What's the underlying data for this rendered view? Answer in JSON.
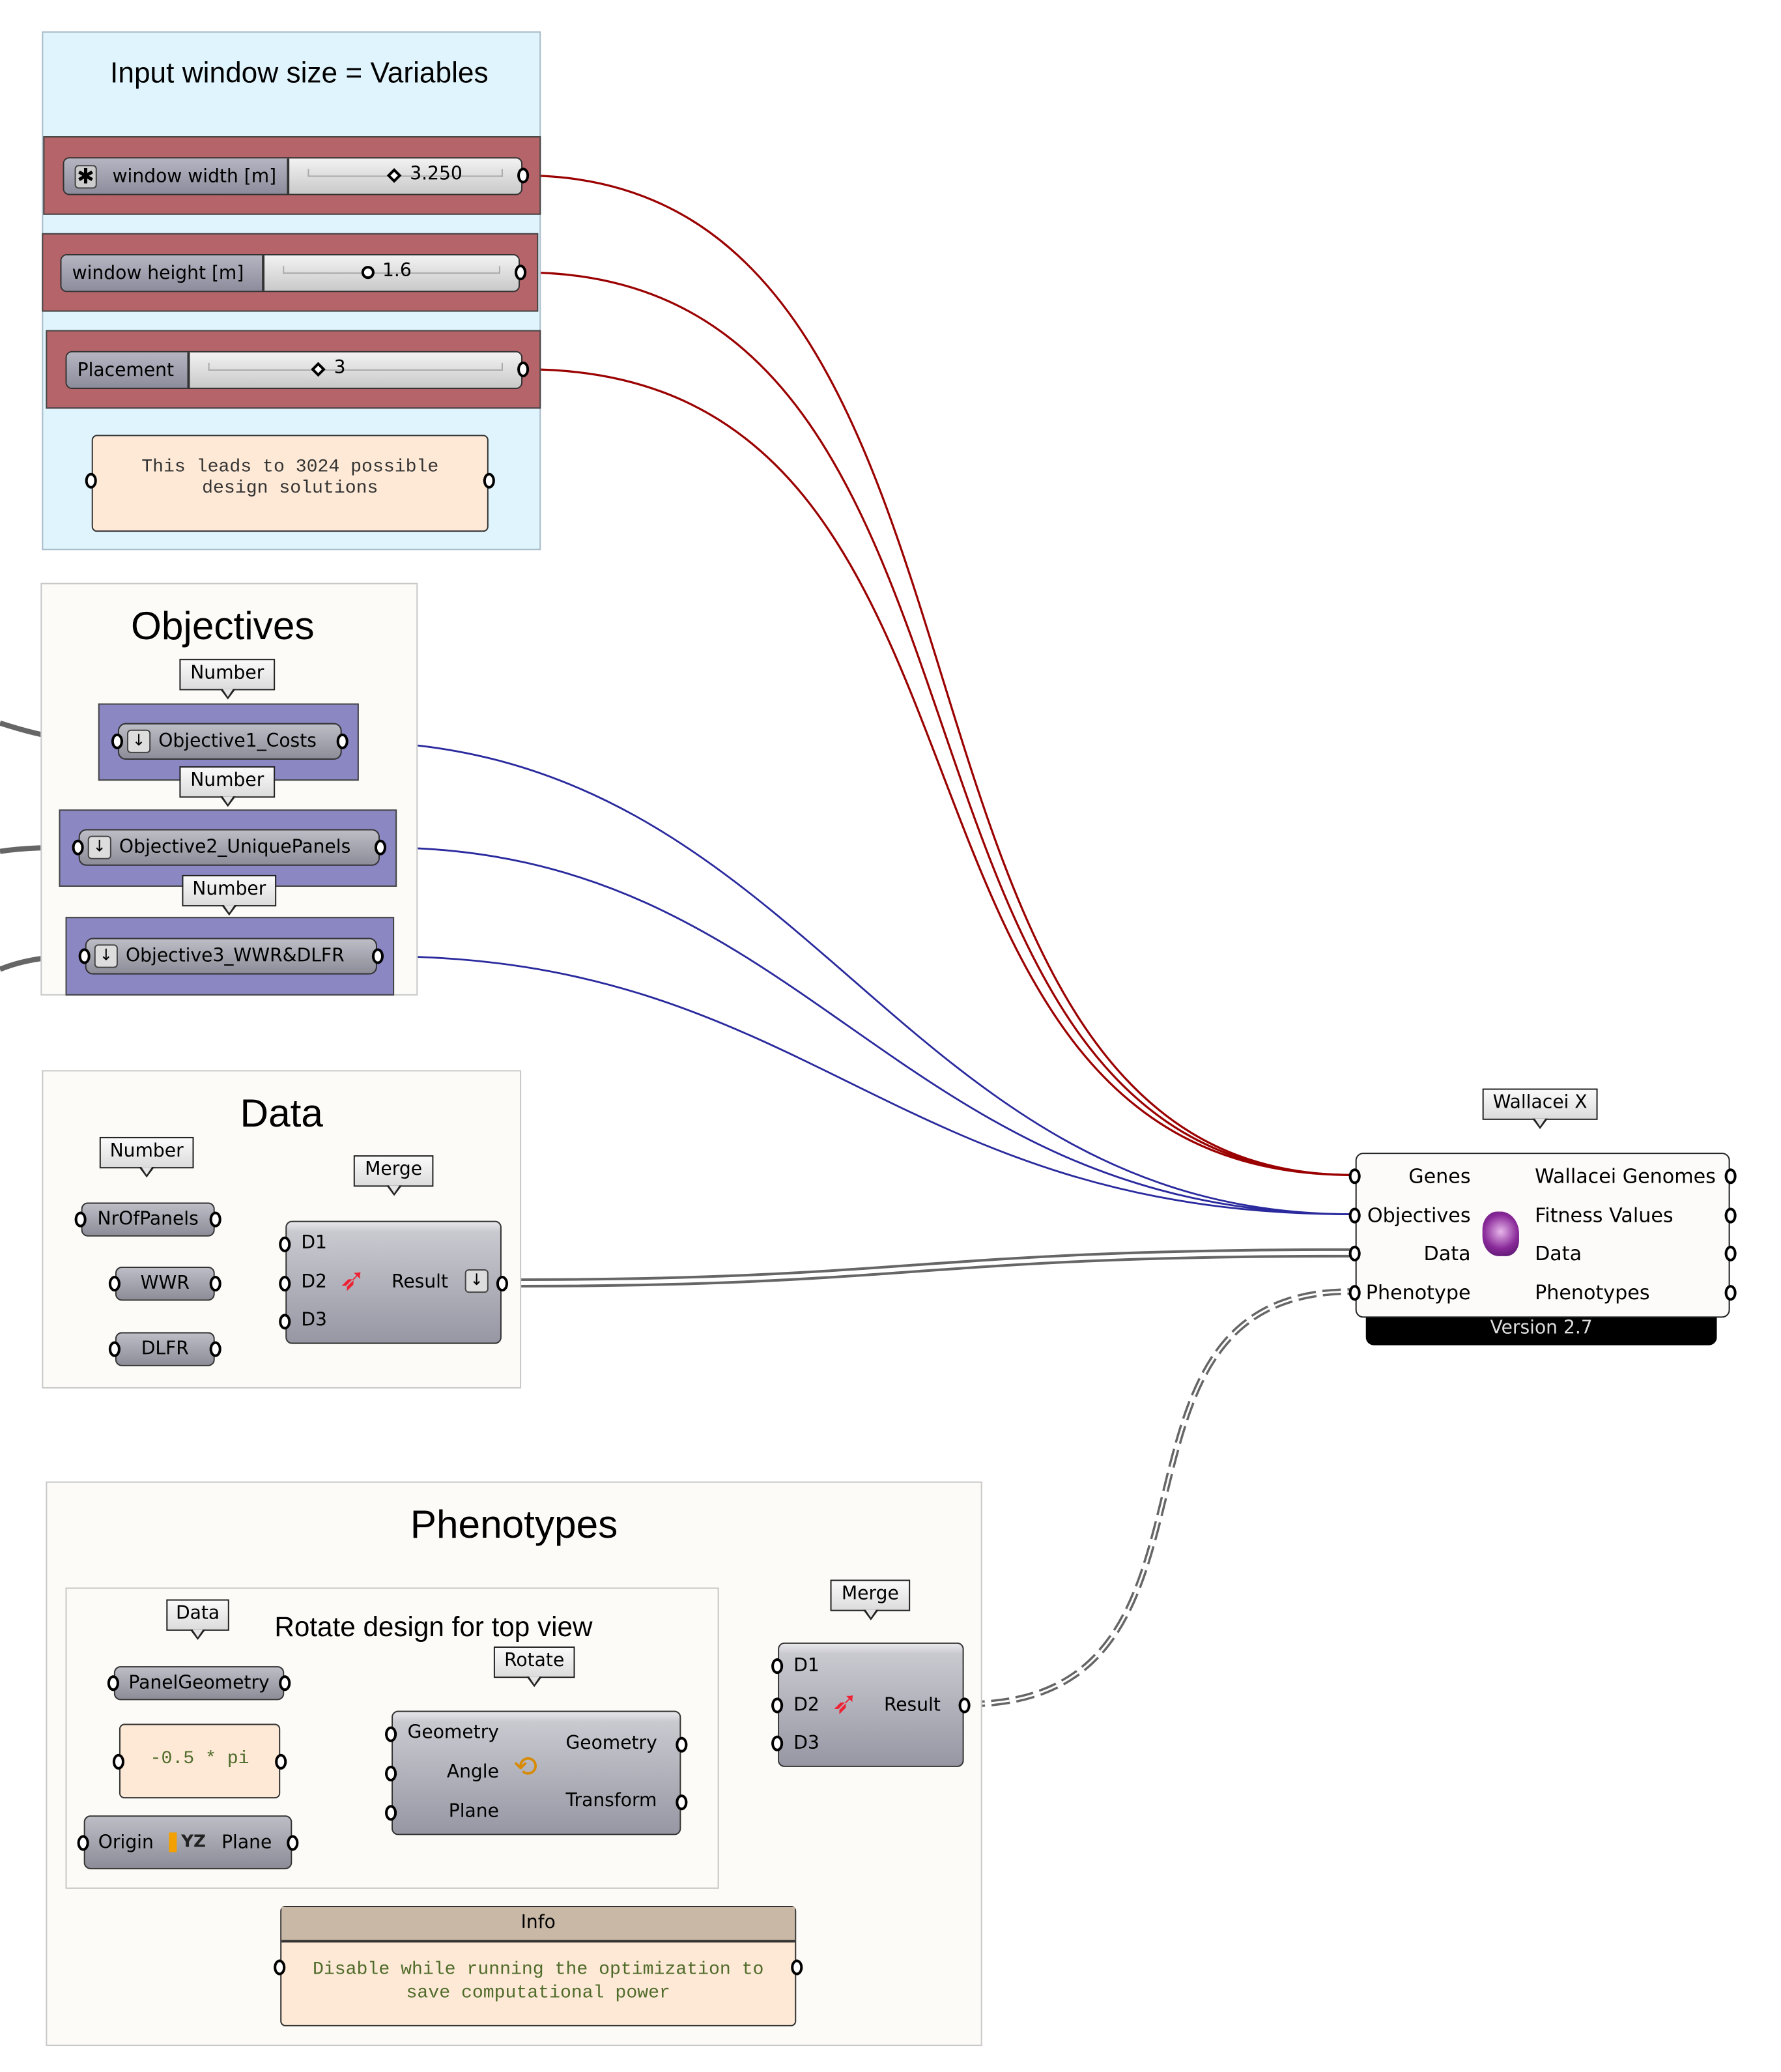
{
  "variables_group": {
    "title": "Input window size = Variables",
    "sliders": [
      {
        "label": "window width [m]",
        "value": "3.250"
      },
      {
        "label": "window height [m]",
        "value": "1.6"
      },
      {
        "label": "Placement",
        "value": "3"
      }
    ],
    "note": "This leads to 3024 possible design solutions"
  },
  "objectives_group": {
    "title": "Objectives",
    "items": [
      {
        "tag": "Number",
        "label": "Objective1_Costs"
      },
      {
        "tag": "Number",
        "label": "Objective2_UniquePanels"
      },
      {
        "tag": "Number",
        "label": "Objective3_WWR&DLFR"
      }
    ]
  },
  "data_group": {
    "title": "Data",
    "number_tag": "Number",
    "params": [
      "NrOfPanels",
      "WWR",
      "DLFR"
    ],
    "merge_tag": "Merge",
    "merge_inputs": [
      "D1",
      "D2",
      "D3"
    ],
    "merge_output": "Result"
  },
  "wallacei": {
    "tag": "Wallacei X",
    "inputs": [
      "Genes",
      "Objectives",
      "Data",
      "Phenotype"
    ],
    "outputs": [
      "Wallacei Genomes",
      "Fitness Values",
      "Data",
      "Phenotypes"
    ],
    "version": "Version 2.7"
  },
  "phenotypes_group": {
    "title": "Phenotypes",
    "subgroup_title": "Rotate design for top view",
    "data_tag": "Data",
    "geometry_param": "PanelGeometry",
    "expression": "-0.5 * pi",
    "plane": {
      "input": "Origin",
      "icon_text": "YZ",
      "output": "Plane"
    },
    "rotate_tag": "Rotate",
    "rotate_inputs": [
      "Geometry",
      "Angle",
      "Plane"
    ],
    "rotate_outputs": [
      "Geometry",
      "Transform"
    ],
    "merge_tag": "Merge",
    "merge_inputs": [
      "D1",
      "D2",
      "D3"
    ],
    "merge_output": "Result",
    "info_title": "Info",
    "info_text": "Disable while running the optimization to save computational power"
  },
  "colors": {
    "genes_wire": "#9b0000",
    "objectives_wire": "#2a2a9e",
    "variables_bg": "#dff4fd",
    "slider_panel": "#b5656a",
    "objective_panel": "#8a87c2"
  }
}
